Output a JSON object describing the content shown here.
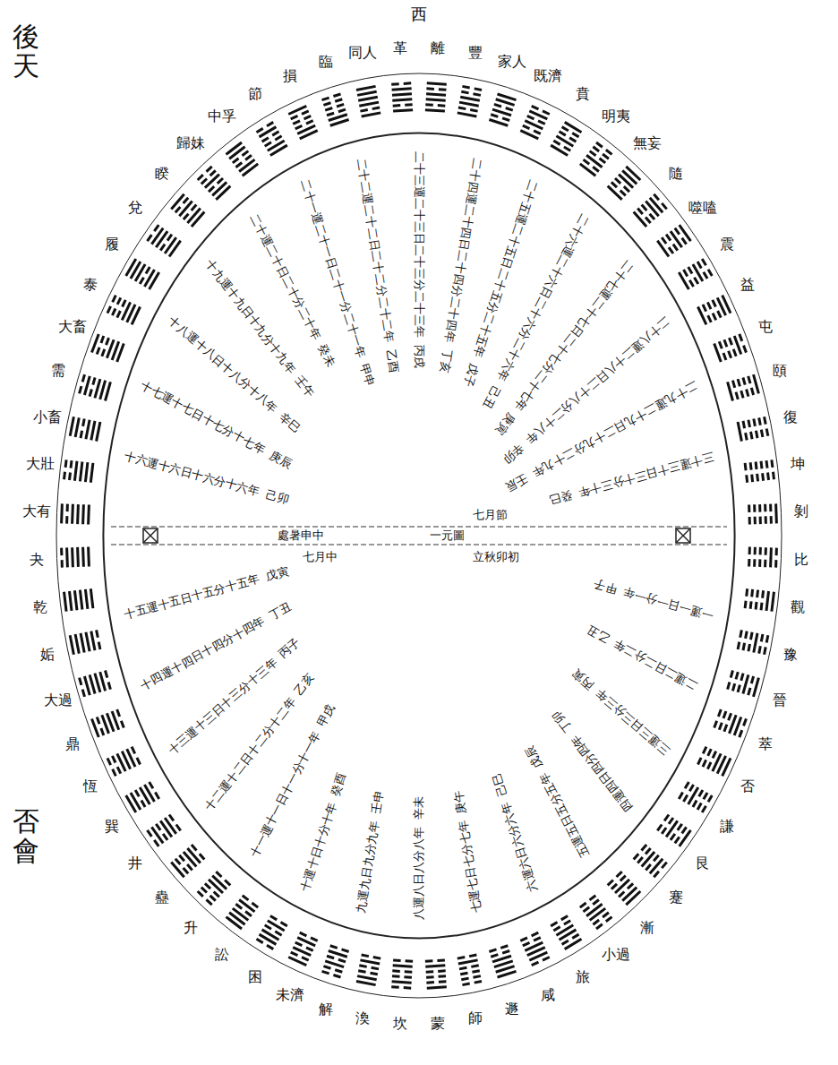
{
  "diagram": {
    "labels": [
      "後天",
      "西",
      "乾",
      "夬",
      "大有",
      "大壯",
      "小畜",
      "需",
      "大畜",
      "泰",
      "履",
      "兌",
      "睽",
      "歸妹",
      "中孚",
      "節",
      "損",
      "臨",
      "同人",
      "革",
      "離",
      "豐",
      "家人",
      "既濟",
      "賁",
      "明夷",
      "無妄",
      "隨",
      "噬嗑",
      "震",
      "益",
      "屯",
      "頤",
      "復",
      "坤",
      "剝",
      "比",
      "觀",
      "豫",
      "晉",
      "萃",
      "否",
      "謙",
      "艮",
      "蹇",
      "漸",
      "小過",
      "旅",
      "咸",
      "遯",
      "師",
      "蒙",
      "坎",
      "渙",
      "解",
      "未濟",
      "困",
      "訟",
      "升",
      "蠱",
      "井",
      "巽",
      "恆",
      "鼎",
      "大過",
      "姤",
      "一運一日一分一年",
      "甲子",
      "二運二日二分二年",
      "乙丑",
      "三運三日三分三年",
      "丙寅",
      "四運四日四分四年",
      "丁卯",
      "五運五日五分五年",
      "戊辰",
      "六運六日六分六年",
      "己巳",
      "七運七日七分七年",
      "庚午",
      "八運八日八分八年",
      "辛未",
      "九運九日九分九年",
      "壬申",
      "十運十日十分十年",
      "癸酉",
      "十一運十一日十一分十一年",
      "甲戌",
      "十二運十二日十二分十二年",
      "乙亥",
      "十三運十三日十三分十三年",
      "丙子",
      "十四運十四日十四分十四年",
      "丁丑",
      "十五運十五日十五分十五年",
      "戊寅",
      "十六運十六日十六分十六年",
      "己卯",
      "十七運十七日十七分十七年",
      "庚辰",
      "十八運十八日十八分十八年",
      "辛巳",
      "十九運十九日十九分十九年",
      "壬午",
      "二十運二十日二十分二十年",
      "癸未",
      "二十一運二十一日二十一分二十一年",
      "甲申",
      "二十二運二十二日二十二分二十二年",
      "乙酉",
      "二十三運二十三日二十三分二十三年",
      "丙戌",
      "二十四運二十四日二十四分二十四年",
      "丁亥",
      "二十五運二十五日二十五分二十五年",
      "戊子",
      "二十六運二十六日二十六分二十六年",
      "己丑",
      "二十七運二十七日二十七分二十七年",
      "庚寅",
      "二十八運二十八日二十八分二十八年",
      "辛卯",
      "二十九運二十九日二十九分二十九年",
      "壬辰",
      "三十運三十日三十分三十年",
      "癸巳",
      "立秋卯初",
      "七月中",
      "七月節",
      "處暑申中",
      "一元圖",
      "否會"
    ]
  }
}
